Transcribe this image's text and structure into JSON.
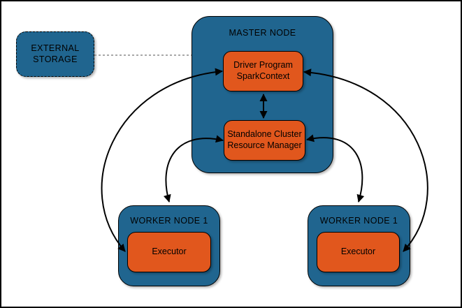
{
  "colors": {
    "node_blue": "#20658F",
    "box_orange": "#E1571D",
    "outline": "#000000",
    "dashed_connector": "#8C8C8C",
    "background": "#FFFFFF"
  },
  "nodes": {
    "external_storage": {
      "line1": "EXTERNAL",
      "line2": "STORAGE"
    },
    "master": {
      "title": "MASTER NODE",
      "driver": {
        "line1": "Driver Program",
        "line2": "SparkContext"
      },
      "manager": {
        "line1": "Standalone Cluster",
        "line2": "Resource Manager"
      }
    },
    "worker_left": {
      "title": "WORKER NODE 1",
      "executor": "Executor"
    },
    "worker_right": {
      "title": "WORKER NODE 1",
      "executor": "Executor"
    }
  },
  "connections": [
    {
      "from": "External Storage",
      "to": "Master Node / Driver Program",
      "style": "dashed",
      "arrows": "none"
    },
    {
      "from": "Driver Program SparkContext",
      "to": "Standalone Cluster Resource Manager",
      "style": "solid",
      "arrows": "both"
    },
    {
      "from": "Driver Program SparkContext",
      "to": "Executor (left Worker Node 1)",
      "style": "solid",
      "arrows": "both"
    },
    {
      "from": "Driver Program SparkContext",
      "to": "Executor (right Worker Node 1)",
      "style": "solid",
      "arrows": "both"
    },
    {
      "from": "Standalone Cluster Resource Manager",
      "to": "left Worker Node 1",
      "style": "solid",
      "arrows": "both"
    },
    {
      "from": "Standalone Cluster Resource Manager",
      "to": "right Worker Node 1",
      "style": "solid",
      "arrows": "both"
    }
  ]
}
